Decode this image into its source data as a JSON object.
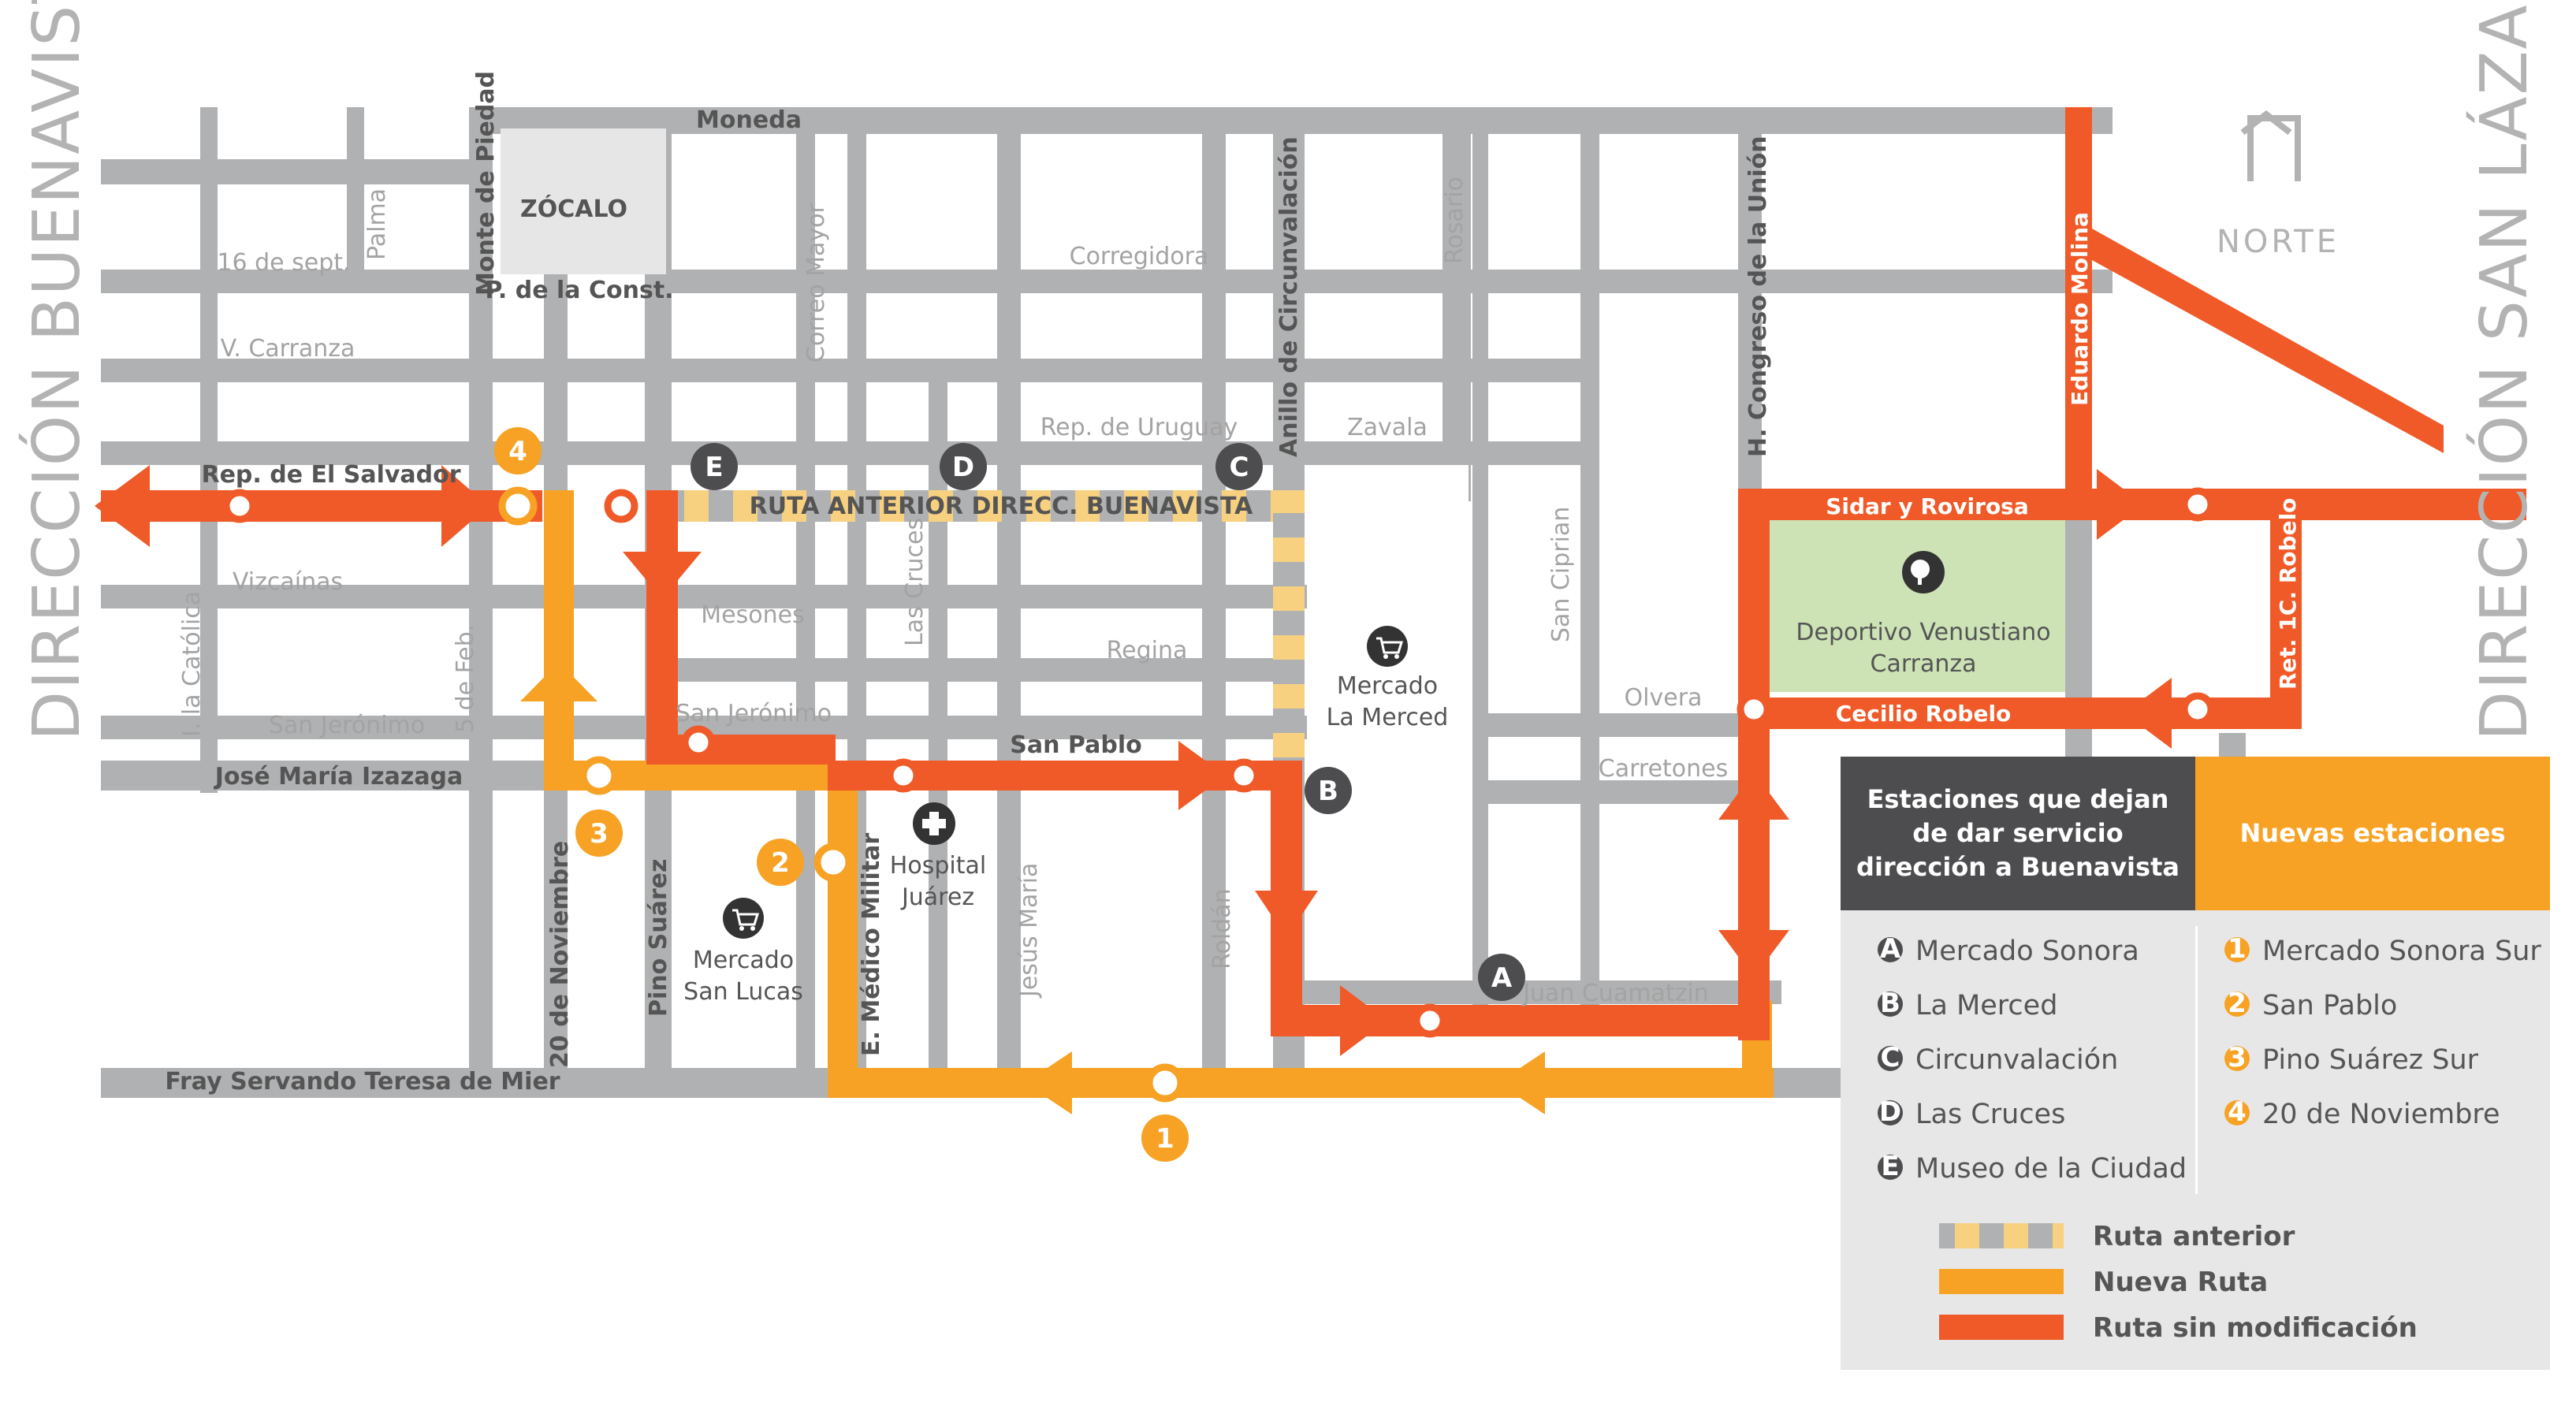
{
  "directions": {
    "west": "DIRECCIÓN BUENAVISTA",
    "east": "DIRECCIÓN SAN LÁZARO"
  },
  "compass": {
    "label": "NORTE"
  },
  "colors": {
    "street": "#b0b1b3",
    "orange_red": "#f05a28",
    "orange": "#f7a224",
    "dark": "#4d4d4f",
    "park": "#cde3b6",
    "legend_bg": "#e7e7e8",
    "ruta_anterior": "#f7d180"
  },
  "streets": {
    "moneda": "Moneda",
    "zocalo": "ZÓCALO",
    "palma": "Palma",
    "monte_piedad": "Monte de Piedad",
    "p_const": "P. de la Const.",
    "sept16": "16 de sept.",
    "v_carranza": "V. Carranza",
    "correo_mayor": "Correo Mayor",
    "corregidora": "Corregidora",
    "rosario": "Rosario",
    "anillo": "Anillo de Circunvalación",
    "congreso": "H. Congreso de la Unión",
    "eduardo_molina": "Eduardo Molina",
    "uruguay": "Rep. de Uruguay",
    "zavala": "Zavala",
    "salvador": "Rep. de El Salvador",
    "ruta_anterior": "RUTA ANTERIOR DIRECC. BUENAVISTA",
    "sidar": "Sidar y Rovirosa",
    "vizcainas": "Vizcaínas",
    "mesones": "Mesones",
    "las_cruces": "Las Cruces",
    "regina": "Regina",
    "san_ciprian": "San Ciprian",
    "robelo_ret": "Ret. 1C. Robelo",
    "catolica": "I. la Católica",
    "feb5": "5 de Feb.",
    "san_jeronimo_w": "San Jerónimo",
    "san_jeronimo_e": "San Jerónimo",
    "olvera": "Olvera",
    "cecilio": "Cecilio Robelo",
    "izazaga": "José María Izazaga",
    "san_pablo": "San Pablo",
    "carretones": "Carretones",
    "noviembre": "20 de Noviembre",
    "pino_suarez": "Pino Suárez",
    "medico_militar": "E. Médico Militar",
    "jesus_maria": "Jesús María",
    "roldan": "Roldán",
    "cuamatzin": "Juan Cuamatzin",
    "fray": "Fray Servando Teresa de Mier"
  },
  "landmarks": {
    "merced": [
      "Mercado",
      "La Merced"
    ],
    "deportivo": [
      "Deportivo Venustiano",
      "Carranza"
    ],
    "hospital": [
      "Hospital",
      "Juárez"
    ],
    "san_lucas": [
      "Mercado",
      "San Lucas"
    ]
  },
  "badges": {
    "A": "A",
    "B": "B",
    "C": "C",
    "D": "D",
    "E": "E",
    "n1": "1",
    "n2": "2",
    "n3": "3",
    "n4": "4"
  },
  "legend": {
    "removed_header": [
      "Estaciones que dejan",
      "de dar servicio",
      "dirección a Buenavista"
    ],
    "new_header": "Nuevas estaciones",
    "removed": [
      {
        "key": "A",
        "name": "Mercado Sonora"
      },
      {
        "key": "B",
        "name": "La Merced"
      },
      {
        "key": "C",
        "name": "Circunvalación"
      },
      {
        "key": "D",
        "name": "Las Cruces"
      },
      {
        "key": "E",
        "name": "Museo de la Ciudad"
      }
    ],
    "new": [
      {
        "key": "1",
        "name": "Mercado Sonora Sur"
      },
      {
        "key": "2",
        "name": "San Pablo"
      },
      {
        "key": "3",
        "name": "Pino Suárez Sur"
      },
      {
        "key": "4",
        "name": "20 de Noviembre"
      }
    ],
    "routes": {
      "anterior": "Ruta anterior",
      "nueva": "Nueva Ruta",
      "sin_mod": "Ruta sin modificación"
    }
  }
}
